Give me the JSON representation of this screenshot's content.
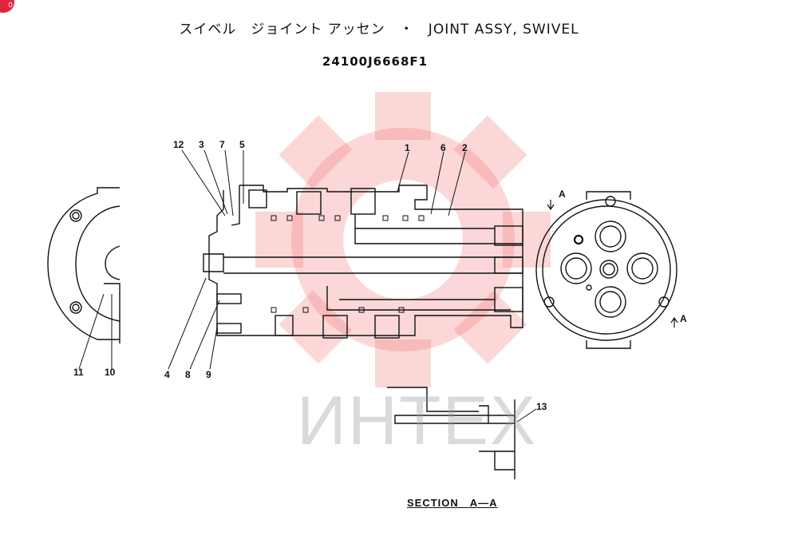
{
  "badge": "0",
  "title_line1": "スイベル　ジョイント アッセン　・　JOINT ASSY, SWIVEL",
  "part_number": "24100J6668F1",
  "watermark": "ИНТЕХ",
  "section_label": "SECTION　A—A",
  "section_marker": "A",
  "callouts": [
    "1",
    "2",
    "3",
    "4",
    "5",
    "6",
    "7",
    "8",
    "9",
    "10",
    "11",
    "12",
    "13"
  ]
}
